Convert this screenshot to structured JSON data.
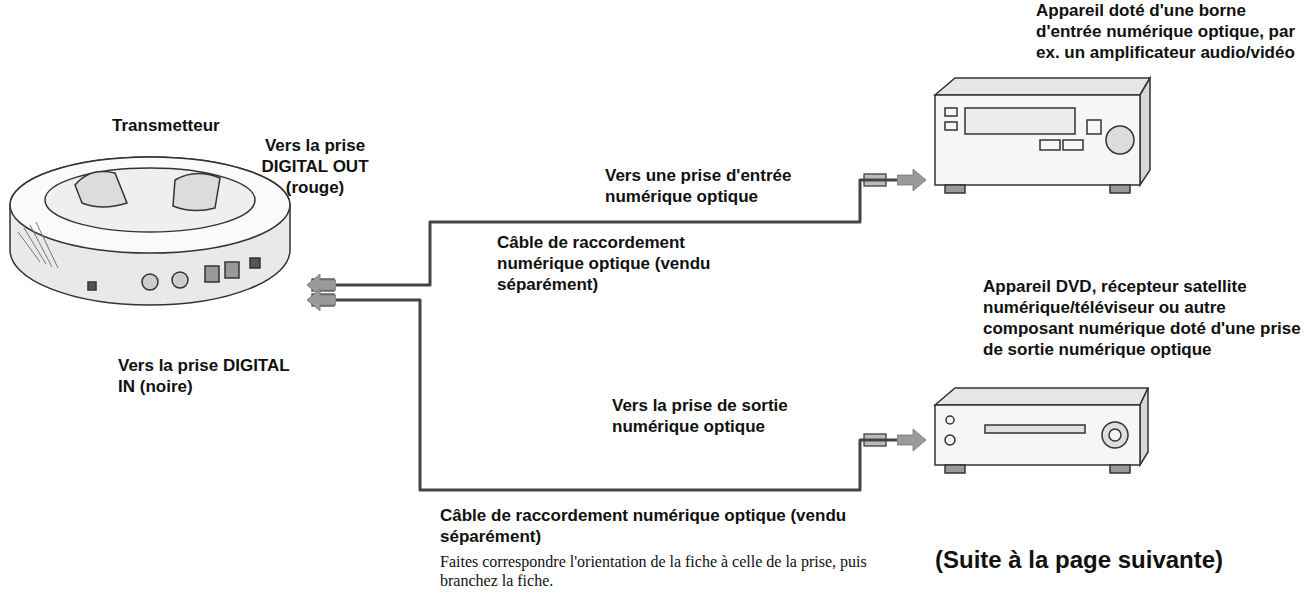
{
  "diagram": {
    "nodes": [
      {
        "text": [
          "Transmetteur"
        ]
      },
      {
        "text": [
          "Appareil doté d'une borne d'entrée numérique optique, par ex. un amplificateur audio/vidéo"
        ]
      },
      {
        "text": [
          "Appareil DVD, récepteur satellite numérique/téléviseur ou autre composant numérique doté d'une prise de sortie numérique optique"
        ]
      }
    ],
    "edges": [
      {
        "from": 0,
        "to": 1,
        "arrow": "both",
        "label": "Câble de raccordement numérique optique (vendu séparément)"
      },
      {
        "from": 2,
        "to": 0,
        "arrow": "both",
        "label": "Câble de raccordement numérique optique (vendu séparément)"
      }
    ],
    "labels": [
      "Vers la prise DIGITAL OUT (rouge)",
      "Vers une prise d'entrée numérique optique",
      "Vers la prise DIGITAL IN (noire)",
      "Vers la prise de sortie numérique optique",
      "Faites correspondre l'orientation de la fiche à celle de la prise, puis branchez la fiche.",
      "(Suite à la page suivante)"
    ]
  }
}
